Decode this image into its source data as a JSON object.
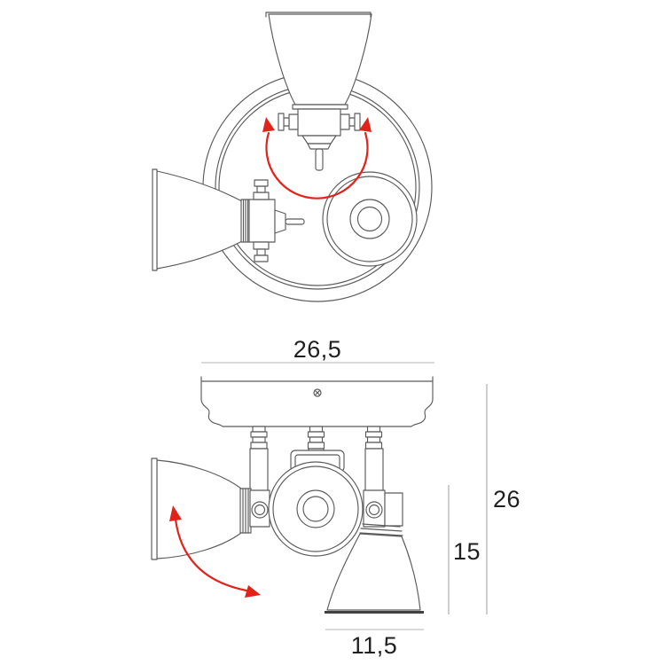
{
  "diagram": {
    "dimensions": {
      "canopy_width": "26,5",
      "total_height": "26",
      "lamp_height": "15",
      "shade_width": "11,5"
    },
    "colors": {
      "outline": "#5b5b5b",
      "dimension_line": "#b5b5b5",
      "accent_red": "#e2231a",
      "text": "#1f1f1f",
      "background": "#ffffff"
    }
  }
}
